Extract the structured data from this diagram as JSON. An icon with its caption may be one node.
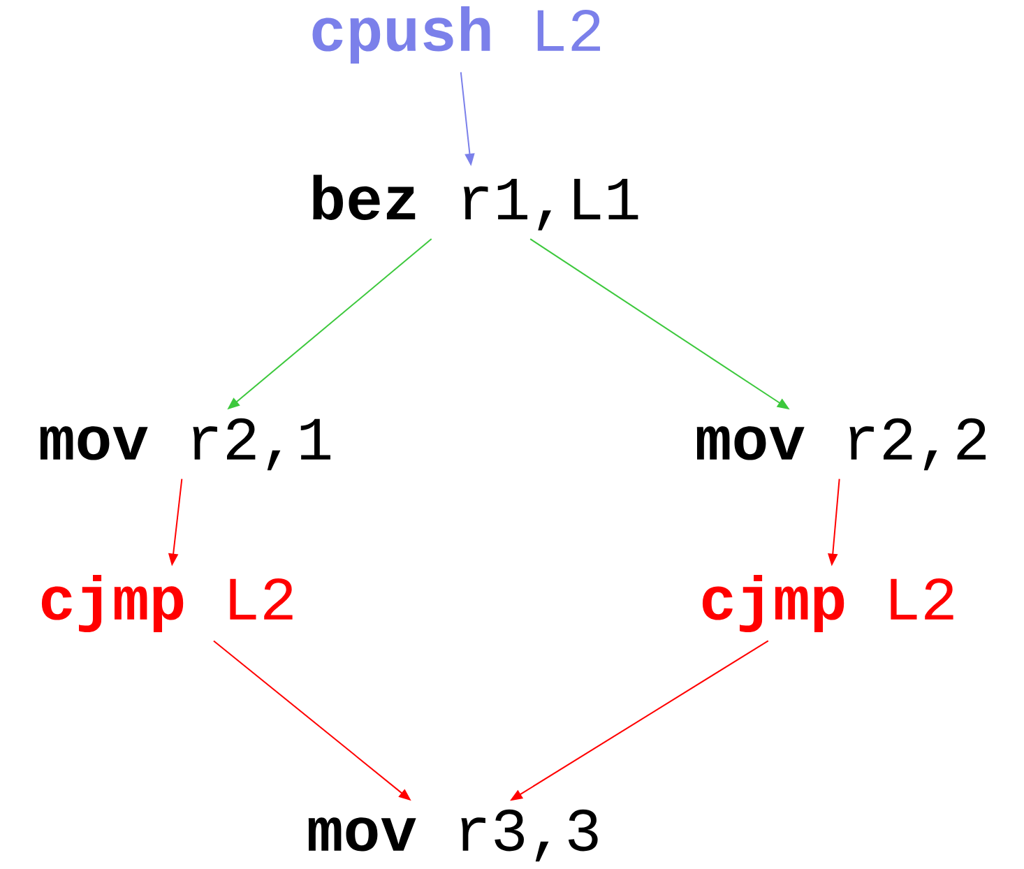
{
  "diagram": {
    "nodes": [
      {
        "text": [
          "**cpush** L2"
        ]
      },
      {
        "text": [
          "**bez** r1,L1"
        ]
      },
      {
        "text": [
          "**mov** r2,1"
        ]
      },
      {
        "text": [
          "**mov** r2,2"
        ]
      },
      {
        "text": [
          "**cjmp** L2"
        ]
      },
      {
        "text": [
          "**cjmp** L2"
        ]
      },
      {
        "text": [
          "**mov** r3,3"
        ]
      }
    ],
    "edges": [
      {
        "from": 0,
        "to": 1,
        "arrow": "to",
        "color": "#7b80ea"
      },
      {
        "from": 1,
        "to": 2,
        "arrow": "to",
        "color": "#3cc83c"
      },
      {
        "from": 1,
        "to": 3,
        "arrow": "to",
        "color": "#3cc83c"
      },
      {
        "from": 2,
        "to": 4,
        "arrow": "to"
      },
      {
        "from": 3,
        "to": 5,
        "arrow": "to"
      },
      {
        "from": 4,
        "to": 6,
        "arrow": "to"
      },
      {
        "from": 5,
        "to": 6,
        "arrow": "to"
      }
    ]
  }
}
